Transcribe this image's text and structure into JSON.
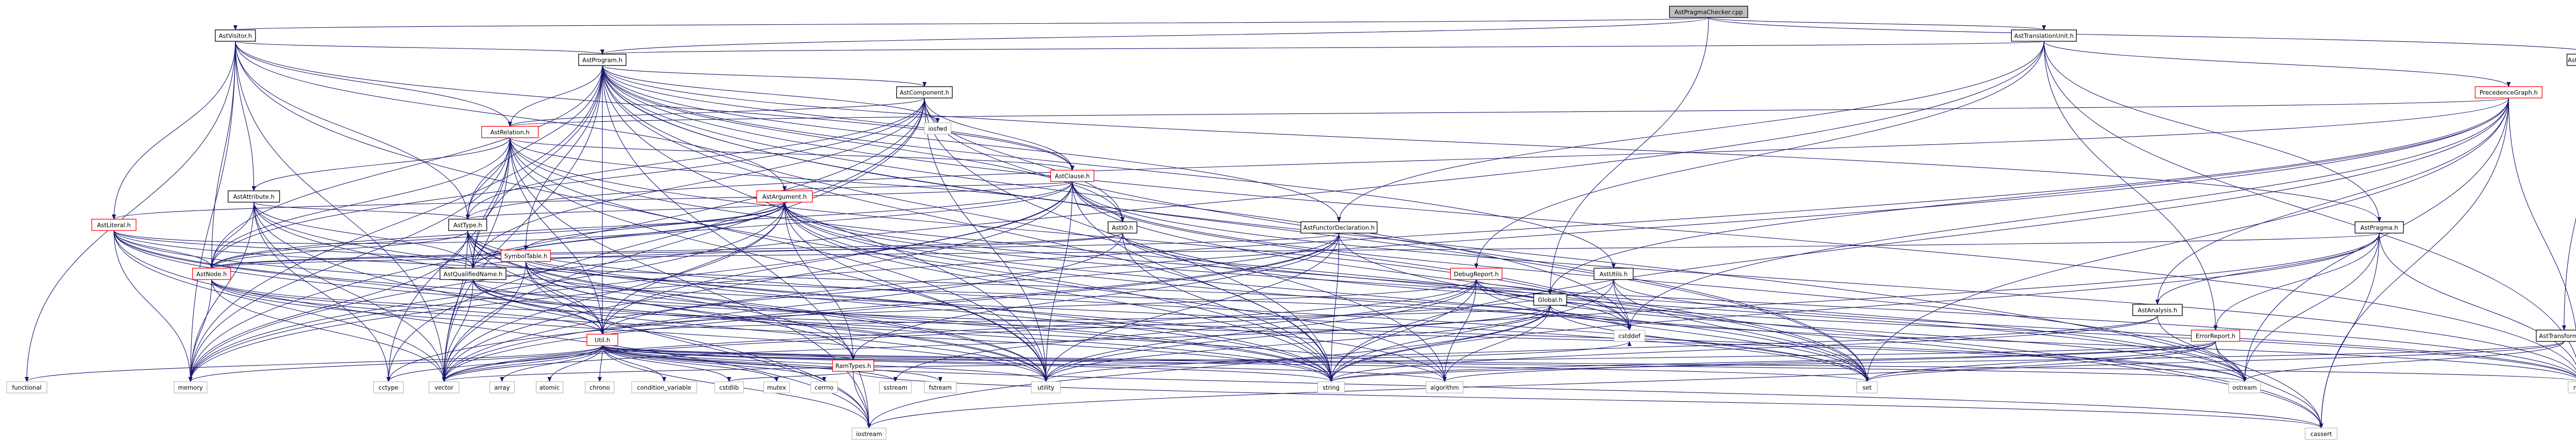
{
  "diagram_title": "",
  "colors": {
    "root_fill": "#bfbfbf",
    "local_fill": "#ffffff",
    "local_border": "#000000",
    "external_border": "#bfbfbf",
    "truncated_border": "#ff0000",
    "edge": "#191970",
    "text": "#000000"
  },
  "nodes": [
    {
      "id": "root",
      "label": "AstPragmaChecker.cpp",
      "kind": "root"
    },
    {
      "id": "astvisitor",
      "label": "AstVisitor.h",
      "kind": "local"
    },
    {
      "id": "asttranslationunit",
      "label": "AstTranslationUnit.h",
      "kind": "local"
    },
    {
      "id": "astpragmachecker_h",
      "label": "AstPragmaChecker.h",
      "kind": "local"
    },
    {
      "id": "astprogram",
      "label": "AstProgram.h",
      "kind": "local"
    },
    {
      "id": "precedencegraph",
      "label": "PrecedenceGraph.h",
      "kind": "truncated"
    },
    {
      "id": "astcomponent",
      "label": "AstComponent.h",
      "kind": "local"
    },
    {
      "id": "astrelation",
      "label": "AstRelation.h",
      "kind": "truncated"
    },
    {
      "id": "astclause",
      "label": "AstClause.h",
      "kind": "truncated"
    },
    {
      "id": "astargument",
      "label": "AstArgument.h",
      "kind": "truncated"
    },
    {
      "id": "astattribute",
      "label": "AstAttribute.h",
      "kind": "local"
    },
    {
      "id": "astliteral",
      "label": "AstLiteral.h",
      "kind": "truncated"
    },
    {
      "id": "asttype",
      "label": "AstType.h",
      "kind": "local"
    },
    {
      "id": "astio",
      "label": "AstIO.h",
      "kind": "local"
    },
    {
      "id": "astfunctordeclaration",
      "label": "AstFunctorDeclaration.h",
      "kind": "local"
    },
    {
      "id": "astpragma",
      "label": "AstPragma.h",
      "kind": "local"
    },
    {
      "id": "symboltable",
      "label": "SymbolTable.h",
      "kind": "truncated"
    },
    {
      "id": "astqualifiedname",
      "label": "AstQualifiedName.h",
      "kind": "local"
    },
    {
      "id": "astnode",
      "label": "AstNode.h",
      "kind": "truncated"
    },
    {
      "id": "debugreport",
      "label": "DebugReport.h",
      "kind": "truncated"
    },
    {
      "id": "astutils",
      "label": "AstUtils.h",
      "kind": "local"
    },
    {
      "id": "global",
      "label": "Global.h",
      "kind": "local"
    },
    {
      "id": "astanalysis",
      "label": "AstAnalysis.h",
      "kind": "local"
    },
    {
      "id": "errorreport",
      "label": "ErrorReport.h",
      "kind": "truncated"
    },
    {
      "id": "asttransformer",
      "label": "AstTransformer.h",
      "kind": "local"
    },
    {
      "id": "util",
      "label": "Util.h",
      "kind": "truncated"
    },
    {
      "id": "ramtypes",
      "label": "RamTypes.h",
      "kind": "truncated"
    },
    {
      "id": "functional",
      "label": "functional",
      "kind": "external"
    },
    {
      "id": "memory",
      "label": "memory",
      "kind": "external"
    },
    {
      "id": "cctype",
      "label": "cctype",
      "kind": "external"
    },
    {
      "id": "vector",
      "label": "vector",
      "kind": "external"
    },
    {
      "id": "array",
      "label": "array",
      "kind": "external"
    },
    {
      "id": "atomic",
      "label": "atomic",
      "kind": "external"
    },
    {
      "id": "chrono",
      "label": "chrono",
      "kind": "external"
    },
    {
      "id": "condition_variable",
      "label": "condition_variable",
      "kind": "external"
    },
    {
      "id": "cstdlib",
      "label": "cstdlib",
      "kind": "external"
    },
    {
      "id": "mutex",
      "label": "mutex",
      "kind": "external"
    },
    {
      "id": "cerrno",
      "label": "cerrno",
      "kind": "external"
    },
    {
      "id": "sstream",
      "label": "sstream",
      "kind": "external"
    },
    {
      "id": "fstream",
      "label": "fstream",
      "kind": "external"
    },
    {
      "id": "utility",
      "label": "utility",
      "kind": "external"
    },
    {
      "id": "string",
      "label": "string",
      "kind": "external"
    },
    {
      "id": "algorithm",
      "label": "algorithm",
      "kind": "external"
    },
    {
      "id": "set",
      "label": "set",
      "kind": "external"
    },
    {
      "id": "ostream",
      "label": "ostream",
      "kind": "external"
    },
    {
      "id": "map",
      "label": "map",
      "kind": "external"
    },
    {
      "id": "iostream",
      "label": "iostream",
      "kind": "external"
    },
    {
      "id": "cassert",
      "label": "cassert",
      "kind": "external"
    },
    {
      "id": "cstddef",
      "label": "cstddef",
      "kind": "external"
    },
    {
      "id": "iosfwd",
      "label": "iosfwd",
      "kind": "external"
    }
  ],
  "edges": [
    [
      "root",
      "astvisitor"
    ],
    [
      "root",
      "asttranslationunit"
    ],
    [
      "root",
      "astpragmachecker_h"
    ],
    [
      "root",
      "astprogram"
    ],
    [
      "root",
      "global"
    ],
    [
      "astvisitor",
      "astprogram"
    ],
    [
      "astvisitor",
      "astrelation"
    ],
    [
      "astvisitor",
      "astclause"
    ],
    [
      "astvisitor",
      "astargument"
    ],
    [
      "astvisitor",
      "astattribute"
    ],
    [
      "astvisitor",
      "astliteral"
    ],
    [
      "astvisitor",
      "asttype"
    ],
    [
      "astvisitor",
      "astnode"
    ],
    [
      "astvisitor",
      "functional"
    ],
    [
      "astvisitor",
      "memory"
    ],
    [
      "astvisitor",
      "vector"
    ],
    [
      "astvisitor",
      "utility"
    ],
    [
      "asttranslationunit",
      "astprogram"
    ],
    [
      "asttranslationunit",
      "precedencegraph"
    ],
    [
      "asttranslationunit",
      "astpragma"
    ],
    [
      "asttranslationunit",
      "debugreport"
    ],
    [
      "asttranslationunit",
      "errorreport"
    ],
    [
      "asttranslationunit",
      "memory"
    ],
    [
      "asttranslationunit",
      "map"
    ],
    [
      "asttranslationunit",
      "astfunctordeclaration"
    ],
    [
      "astpragmachecker_h",
      "asttransformer"
    ],
    [
      "astprogram",
      "astcomponent"
    ],
    [
      "astprogram",
      "astrelation"
    ],
    [
      "astprogram",
      "astclause"
    ],
    [
      "astprogram",
      "astio"
    ],
    [
      "astprogram",
      "astfunctordeclaration"
    ],
    [
      "astprogram",
      "astpragma"
    ],
    [
      "astprogram",
      "asttype"
    ],
    [
      "astprogram",
      "astqualifiedname"
    ],
    [
      "astprogram",
      "astnode"
    ],
    [
      "astprogram",
      "util"
    ],
    [
      "astprogram",
      "astutils"
    ],
    [
      "astprogram",
      "symboltable"
    ],
    [
      "astprogram",
      "iosfwd"
    ],
    [
      "astprogram",
      "cstddef"
    ],
    [
      "astprogram",
      "map"
    ],
    [
      "astprogram",
      "memory"
    ],
    [
      "astprogram",
      "set"
    ],
    [
      "astprogram",
      "string"
    ],
    [
      "astprogram",
      "utility"
    ],
    [
      "astprogram",
      "vector"
    ],
    [
      "astprogram",
      "cassert"
    ],
    [
      "astprogram",
      "algorithm"
    ],
    [
      "astprogram",
      "iostream"
    ],
    [
      "precedencegraph",
      "astrelation"
    ],
    [
      "precedencegraph",
      "astanalysis"
    ],
    [
      "precedencegraph",
      "global"
    ],
    [
      "precedencegraph",
      "asttype"
    ],
    [
      "precedencegraph",
      "map"
    ],
    [
      "precedencegraph",
      "set"
    ],
    [
      "precedencegraph",
      "ostream"
    ],
    [
      "precedencegraph",
      "string"
    ],
    [
      "precedencegraph",
      "cassert"
    ],
    [
      "precedencegraph",
      "vector"
    ],
    [
      "precedencegraph",
      "cstddef"
    ],
    [
      "precedencegraph",
      "memory"
    ],
    [
      "astcomponent",
      "astrelation"
    ],
    [
      "astcomponent",
      "astclause"
    ],
    [
      "astcomponent",
      "astio"
    ],
    [
      "astcomponent",
      "asttype"
    ],
    [
      "astcomponent",
      "astnode"
    ],
    [
      "astcomponent",
      "astqualifiedname"
    ],
    [
      "astcomponent",
      "memory"
    ],
    [
      "astcomponent",
      "set"
    ],
    [
      "astcomponent",
      "string"
    ],
    [
      "astcomponent",
      "utility"
    ],
    [
      "astcomponent",
      "vector"
    ],
    [
      "astcomponent",
      "cctype"
    ],
    [
      "astrelation",
      "astattribute"
    ],
    [
      "astrelation",
      "astclause"
    ],
    [
      "astrelation",
      "astnode"
    ],
    [
      "astrelation",
      "asttype"
    ],
    [
      "astrelation",
      "astqualifiedname"
    ],
    [
      "astrelation",
      "astio"
    ],
    [
      "astrelation",
      "memory"
    ],
    [
      "astrelation",
      "set"
    ],
    [
      "astrelation",
      "string"
    ],
    [
      "astrelation",
      "utility"
    ],
    [
      "astrelation",
      "vector"
    ],
    [
      "astrelation",
      "cstddef"
    ],
    [
      "astrelation",
      "iostream"
    ],
    [
      "astrelation",
      "cctype"
    ],
    [
      "astrelation",
      "util"
    ],
    [
      "astclause",
      "astargument"
    ],
    [
      "astclause",
      "astliteral"
    ],
    [
      "astclause",
      "astnode"
    ],
    [
      "astclause",
      "astqualifiedname"
    ],
    [
      "astclause",
      "util"
    ],
    [
      "astclause",
      "memory"
    ],
    [
      "astclause",
      "set"
    ],
    [
      "astclause",
      "string"
    ],
    [
      "astclause",
      "utility"
    ],
    [
      "astclause",
      "vector"
    ],
    [
      "astclause",
      "cstddef"
    ],
    [
      "astclause",
      "map"
    ],
    [
      "astclause",
      "ostream"
    ],
    [
      "astargument",
      "astnode"
    ],
    [
      "astargument",
      "asttype"
    ],
    [
      "astargument",
      "symboltable"
    ],
    [
      "astargument",
      "util"
    ],
    [
      "astargument",
      "astqualifiedname"
    ],
    [
      "astargument",
      "ramtypes"
    ],
    [
      "astargument",
      "string"
    ],
    [
      "astargument",
      "memory"
    ],
    [
      "astargument",
      "vector"
    ],
    [
      "astargument",
      "cstddef"
    ],
    [
      "astargument",
      "utility"
    ],
    [
      "astargument",
      "algorithm"
    ],
    [
      "astargument",
      "cassert"
    ],
    [
      "astargument",
      "ostream"
    ],
    [
      "astargument",
      "set"
    ],
    [
      "astattribute",
      "astnode"
    ],
    [
      "astattribute",
      "asttype"
    ],
    [
      "astattribute",
      "astqualifiedname"
    ],
    [
      "astattribute",
      "memory"
    ],
    [
      "astattribute",
      "string"
    ],
    [
      "astattribute",
      "utility"
    ],
    [
      "astattribute",
      "vector"
    ],
    [
      "astattribute",
      "cctype"
    ],
    [
      "astattribute",
      "iostream"
    ],
    [
      "astliteral",
      "astargument"
    ],
    [
      "astliteral",
      "astnode"
    ],
    [
      "astliteral",
      "astqualifiedname"
    ],
    [
      "astliteral",
      "util"
    ],
    [
      "astliteral",
      "memory"
    ],
    [
      "astliteral",
      "string"
    ],
    [
      "astliteral",
      "vector"
    ],
    [
      "astliteral",
      "utility"
    ],
    [
      "astliteral",
      "cstddef"
    ],
    [
      "astliteral",
      "iostream"
    ],
    [
      "astliteral",
      "set"
    ],
    [
      "asttype",
      "astnode"
    ],
    [
      "asttype",
      "astqualifiedname"
    ],
    [
      "asttype",
      "ramtypes"
    ],
    [
      "asttype",
      "util"
    ],
    [
      "asttype",
      "set"
    ],
    [
      "asttype",
      "string"
    ],
    [
      "asttype",
      "utility"
    ],
    [
      "asttype",
      "vector"
    ],
    [
      "asttype",
      "memory"
    ],
    [
      "asttype",
      "algorithm"
    ],
    [
      "astio",
      "astnode"
    ],
    [
      "astio",
      "astqualifiedname"
    ],
    [
      "astio",
      "map"
    ],
    [
      "astio",
      "ostream"
    ],
    [
      "astio",
      "string"
    ],
    [
      "astio",
      "vector"
    ],
    [
      "astfunctordeclaration",
      "astnode"
    ],
    [
      "astfunctordeclaration",
      "ramtypes"
    ],
    [
      "astfunctordeclaration",
      "util"
    ],
    [
      "astfunctordeclaration",
      "string"
    ],
    [
      "astfunctordeclaration",
      "utility"
    ],
    [
      "astfunctordeclaration",
      "cassert"
    ],
    [
      "astfunctordeclaration",
      "vector"
    ],
    [
      "astfunctordeclaration",
      "cctype"
    ],
    [
      "astpragma",
      "astnode"
    ],
    [
      "astpragma",
      "astanalysis"
    ],
    [
      "astpragma",
      "errorreport"
    ],
    [
      "astpragma",
      "string"
    ],
    [
      "astpragma",
      "utility"
    ],
    [
      "astpragma",
      "map"
    ],
    [
      "astpragma",
      "ostream"
    ],
    [
      "astpragma",
      "cassert"
    ],
    [
      "symboltable",
      "util"
    ],
    [
      "symboltable",
      "ramtypes"
    ],
    [
      "symboltable",
      "string"
    ],
    [
      "symboltable",
      "vector"
    ],
    [
      "symboltable",
      "utility"
    ],
    [
      "symboltable",
      "cstddef"
    ],
    [
      "symboltable",
      "iostream"
    ],
    [
      "astqualifiedname",
      "util"
    ],
    [
      "astqualifiedname",
      "algorithm"
    ],
    [
      "astqualifiedname",
      "ostream"
    ],
    [
      "astqualifiedname",
      "string"
    ],
    [
      "astqualifiedname",
      "vector"
    ],
    [
      "astqualifiedname",
      "utility"
    ],
    [
      "astnode",
      "util"
    ],
    [
      "astnode",
      "memory"
    ],
    [
      "astnode",
      "string"
    ],
    [
      "astnode",
      "vector"
    ],
    [
      "astnode",
      "utility"
    ],
    [
      "astnode",
      "ostream"
    ],
    [
      "debugreport",
      "util"
    ],
    [
      "debugreport",
      "global"
    ],
    [
      "debugreport",
      "map"
    ],
    [
      "debugreport",
      "set"
    ],
    [
      "debugreport",
      "sstream"
    ],
    [
      "debugreport",
      "string"
    ],
    [
      "debugreport",
      "vector"
    ],
    [
      "debugreport",
      "utility"
    ],
    [
      "debugreport",
      "ostream"
    ],
    [
      "debugreport",
      "algorithm"
    ],
    [
      "astutils",
      "cstddef"
    ],
    [
      "astutils",
      "map"
    ],
    [
      "astutils",
      "set"
    ],
    [
      "astutils",
      "vector"
    ],
    [
      "astutils",
      "string"
    ],
    [
      "global",
      "util"
    ],
    [
      "global",
      "map"
    ],
    [
      "global",
      "set"
    ],
    [
      "global",
      "string"
    ],
    [
      "global",
      "vector"
    ],
    [
      "global",
      "iostream"
    ],
    [
      "global",
      "algorithm"
    ],
    [
      "global",
      "utility"
    ],
    [
      "astanalysis",
      "ostream"
    ],
    [
      "astanalysis",
      "string"
    ],
    [
      "astanalysis",
      "utility"
    ],
    [
      "errorreport",
      "set"
    ],
    [
      "errorreport",
      "cassert"
    ],
    [
      "errorreport",
      "string"
    ],
    [
      "errorreport",
      "ostream"
    ],
    [
      "errorreport",
      "vector"
    ],
    [
      "errorreport",
      "algorithm"
    ],
    [
      "errorreport",
      "iostream"
    ],
    [
      "asttransformer",
      "set"
    ],
    [
      "asttransformer",
      "ostream"
    ],
    [
      "asttransformer",
      "string"
    ],
    [
      "util",
      "ramtypes"
    ],
    [
      "util",
      "array"
    ],
    [
      "util",
      "atomic"
    ],
    [
      "util",
      "chrono"
    ],
    [
      "util",
      "condition_variable"
    ],
    [
      "util",
      "cstdlib"
    ],
    [
      "util",
      "mutex"
    ],
    [
      "util",
      "cerrno"
    ],
    [
      "util",
      "sstream"
    ],
    [
      "util",
      "fstream"
    ],
    [
      "util",
      "utility"
    ],
    [
      "util",
      "vector"
    ],
    [
      "util",
      "memory"
    ],
    [
      "util",
      "algorithm"
    ],
    [
      "util",
      "cstddef"
    ],
    [
      "util",
      "iostream"
    ],
    [
      "util",
      "set"
    ],
    [
      "util",
      "map"
    ],
    [
      "util",
      "string"
    ],
    [
      "util",
      "ostream"
    ],
    [
      "util",
      "cctype"
    ],
    [
      "util",
      "functional"
    ],
    [
      "util",
      "cassert"
    ],
    [
      "ramtypes",
      "iostream"
    ],
    [
      "ramtypes",
      "cassert"
    ],
    [
      "ramtypes",
      "cstdlib"
    ]
  ]
}
